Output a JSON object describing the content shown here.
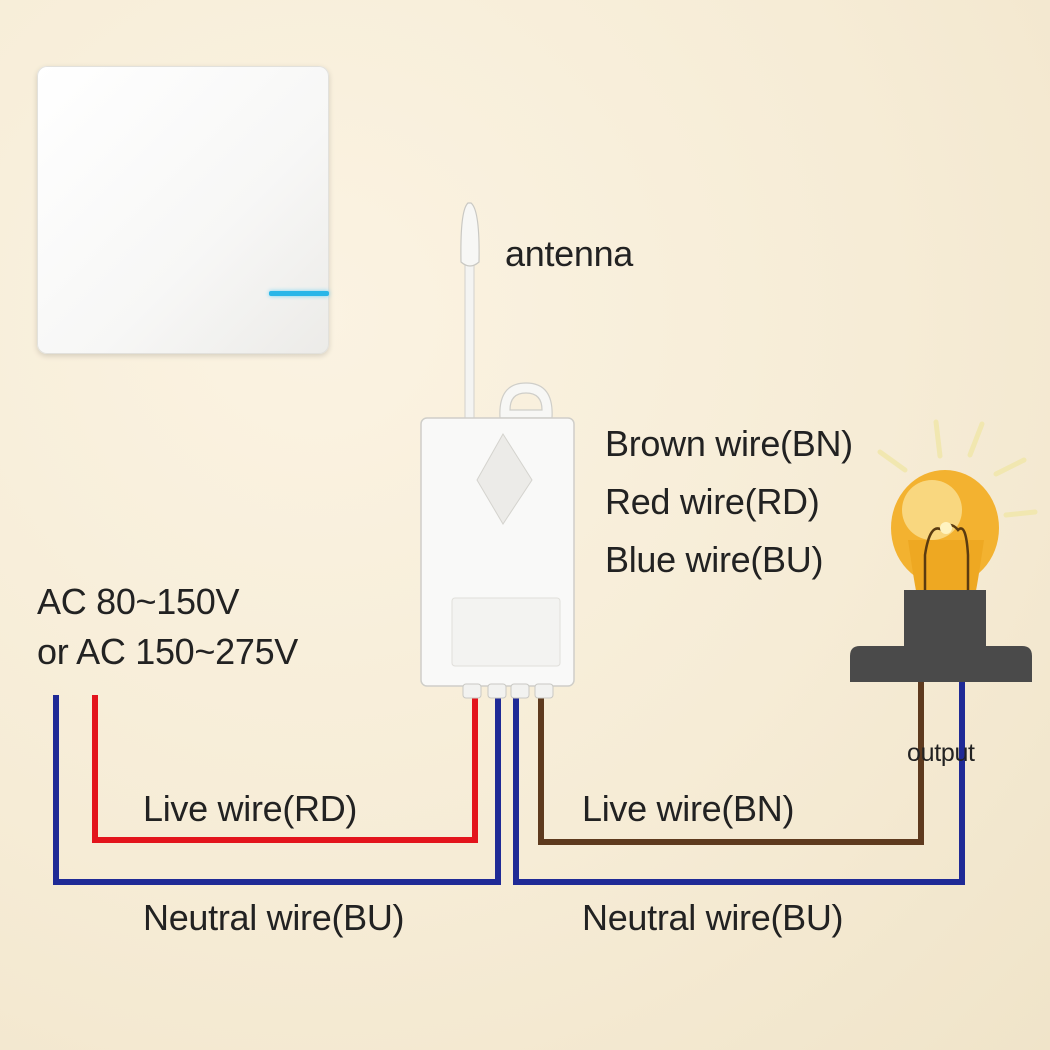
{
  "labels": {
    "antenna": "antenna",
    "brown_wire": "Brown wire(BN)",
    "red_wire": "Red wire(RD)",
    "blue_wire": "Blue wire(BU)",
    "ac_line1": "AC 80~150V",
    "ac_line2": "or AC 150~275V",
    "live_rd": "Live wire(RD)",
    "neutral_left": "Neutral wire(BU)",
    "live_bn": "Live wire(BN)",
    "neutral_right": "Neutral wire(BU)",
    "output": "output"
  },
  "colors": {
    "red_wire": "#e3141c",
    "blue_wire": "#1f2a96",
    "brown_wire": "#5e3a1e",
    "led": "#29b6e8",
    "lamp_holder": "#4a4a4a"
  },
  "icons": [
    "wall-switch-icon",
    "receiver-module-icon",
    "antenna-icon",
    "light-bulb-icon",
    "lamp-holder-icon"
  ]
}
